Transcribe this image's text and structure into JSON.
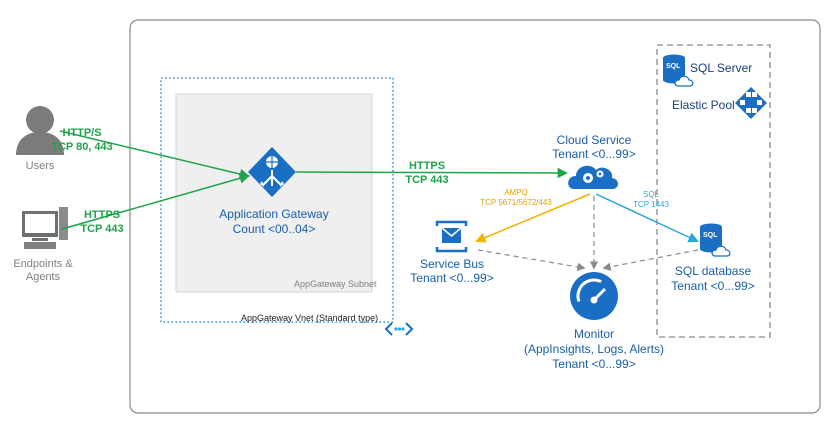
{
  "users": {
    "label": "Users",
    "protocol": "HTTP/S",
    "ports": "TCP 80, 443"
  },
  "endpoints": {
    "label": "Endpoints &\nAgents",
    "protocol": "HTTPS",
    "ports": "TCP 443"
  },
  "gateway": {
    "name": "Application Gateway",
    "count": "Count <00..04>"
  },
  "subnet": {
    "label": "AppGateway Subnet"
  },
  "vnet": {
    "label": "AppGateway Vnet (Standard type)"
  },
  "https_link": {
    "protocol": "HTTPS",
    "ports": "TCP 443"
  },
  "cloud_service": {
    "name": "Cloud Service",
    "tenant": "Tenant <0...99>"
  },
  "amqp_link": {
    "protocol": "AMPQ",
    "ports": "TCP 5671/5672/443"
  },
  "sql_link": {
    "protocol": "SQL",
    "ports": "TCP 1443"
  },
  "service_bus": {
    "name": "Service Bus",
    "tenant": "Tenant <0...99>"
  },
  "monitor": {
    "name": "Monitor",
    "detail": "(AppInsights, Logs, Alerts)",
    "tenant": "Tenant <0...99>"
  },
  "sql_server": {
    "name": "SQL Server",
    "badge": "SQL"
  },
  "elastic_pool": {
    "name": "Elastic Pool"
  },
  "sql_database": {
    "name": "SQL database",
    "tenant": "Tenant <0...99>",
    "badge": "SQL"
  },
  "colors": {
    "azure_blue": "#1a5ea8",
    "green": "#1fa34a",
    "orange": "#f2b200",
    "cyan": "#2aa6d8",
    "grey": "#7f7f7f"
  }
}
